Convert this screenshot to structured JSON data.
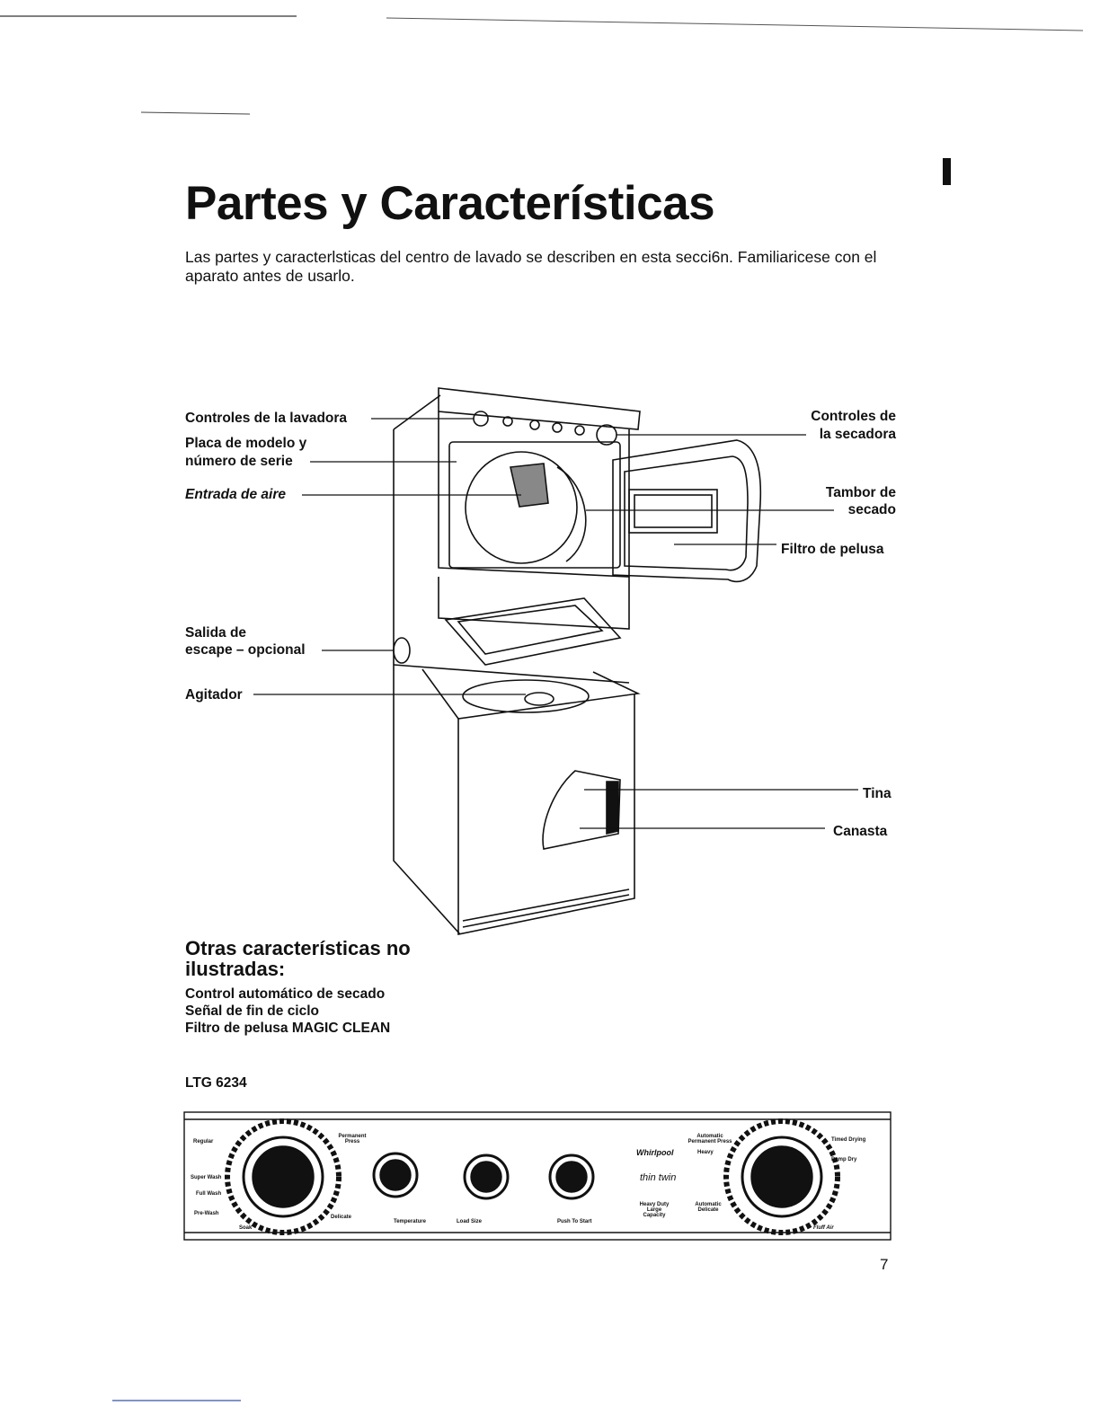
{
  "page": {
    "title": "Partes y Características",
    "intro": "Las partes y caracterlsticas del centro de lavado se describen en esta secci6n. Familiaricese con el aparato antes de usarlo.",
    "page_number": "7"
  },
  "labels": {
    "washer_controls": "Controles de la lavadora",
    "model_plate_1": "Placa de modelo y",
    "model_plate_2": "número de serie",
    "air_inlet": "Entrada de aire",
    "exhaust_1": "Salida de",
    "exhaust_2": "escape – opcional",
    "agitator": "Agitador",
    "dryer_controls_1": "Controles de",
    "dryer_controls_2": "la secadora",
    "drum_1": "Tambor de",
    "drum_2": "secado",
    "lint_filter": "Filtro de pelusa",
    "tub": "Tina",
    "basket": "Canasta"
  },
  "other_features": {
    "heading_1": "Otras características no",
    "heading_2": "ilustradas:",
    "items": [
      "Control automático de secado",
      "Señal de fin de ciclo",
      "Filtro de pelusa MAGIC CLEAN"
    ]
  },
  "model": "LTG 6234",
  "control_panel": {
    "left_dial_labels": [
      "Regular",
      "Super Wash",
      "Full Wash",
      "Pre-Wash",
      "Soak"
    ],
    "permanent_press": "Permanent Press",
    "delicate": "Delicate",
    "temperature": "Temperature",
    "load_size": "Load Size",
    "push_to_start": "Push To Start",
    "brand": "Whirlpool",
    "thin_twin": "thin twin",
    "right_dial_labels": [
      "Automatic Permanent Press",
      "Heavy",
      "Heavy Duty Large Capacity",
      "Automatic Delicate",
      "Timed Drying",
      "Damp Dry",
      "Fluff Air"
    ]
  },
  "colors": {
    "ink": "#111111",
    "paper": "#ffffff",
    "rule_blue": "#3355aa"
  }
}
